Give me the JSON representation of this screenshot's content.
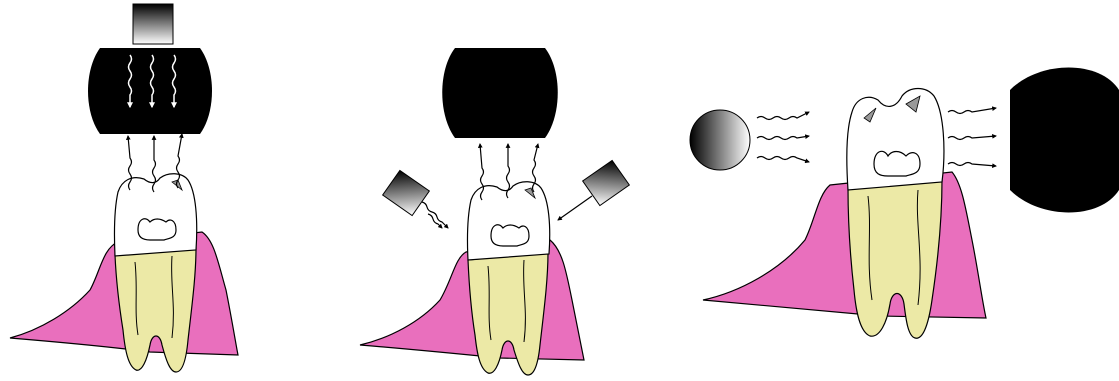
{
  "figure": {
    "panels": [
      {
        "id": "panel-1",
        "illumination": "top-light",
        "detector": "top-detector"
      },
      {
        "id": "panel-2",
        "illumination": "angled-lights",
        "detector": "top-detector"
      },
      {
        "id": "panel-3",
        "illumination": "side-light",
        "detector": "side-detector"
      }
    ]
  },
  "colors": {
    "gingiva": "#e96fbd",
    "root": "#ece9a6",
    "crown": "#ffffff",
    "detector": "#000000",
    "outline": "#000000"
  }
}
